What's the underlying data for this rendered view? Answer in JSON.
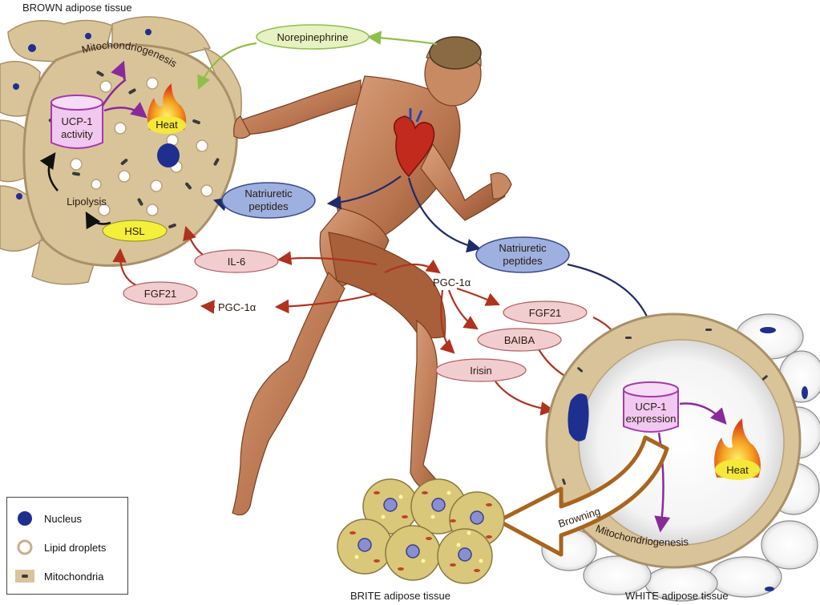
{
  "titles": {
    "brown": "BROWN adipose tissue",
    "brite": "BRITE adipose tissue",
    "white": "WHITE adipose tissue"
  },
  "brown_cell": {
    "mitochondriogenesis": "Mitochondriogenesis",
    "ucp1_line1": "UCP-1",
    "ucp1_line2": "activity",
    "heat": "Heat",
    "lipolysis": "Lipolysis",
    "hsl": "HSL"
  },
  "signals": {
    "norepinephrine": "Norepinephrine",
    "natriuretic_line1": "Natriuretic",
    "natriuretic_line2": "peptides",
    "il6": "IL-6",
    "fgf21": "FGF21",
    "pgc1a": "PGC-1α",
    "baiba": "BAIBA",
    "irisin": "Irisin"
  },
  "white_cell": {
    "ucp1_line1": "UCP-1",
    "ucp1_line2": "expression",
    "heat": "Heat",
    "mitochondriogenesis": "Mitochondriogenesis",
    "browning": "Browning"
  },
  "legend": {
    "nucleus": "Nucleus",
    "lipid_droplets": "Lipid droplets",
    "mitochondria": "Mitochondria"
  },
  "colors": {
    "tissue_tan": "#d9c49a",
    "tissue_edge": "#a99068",
    "nucleus_blue": "#1f2f8f",
    "signal_pink": "#f2cdd0",
    "signal_blue": "#9db0e0",
    "norepi_green": "#e6f2c2",
    "hsl_yellow": "#f4ef3a",
    "ucp_purple": "#a43aa8",
    "arrow_red": "#b0321e",
    "arrow_navy": "#1e2a6a",
    "arrow_brown": "#a8651e"
  }
}
